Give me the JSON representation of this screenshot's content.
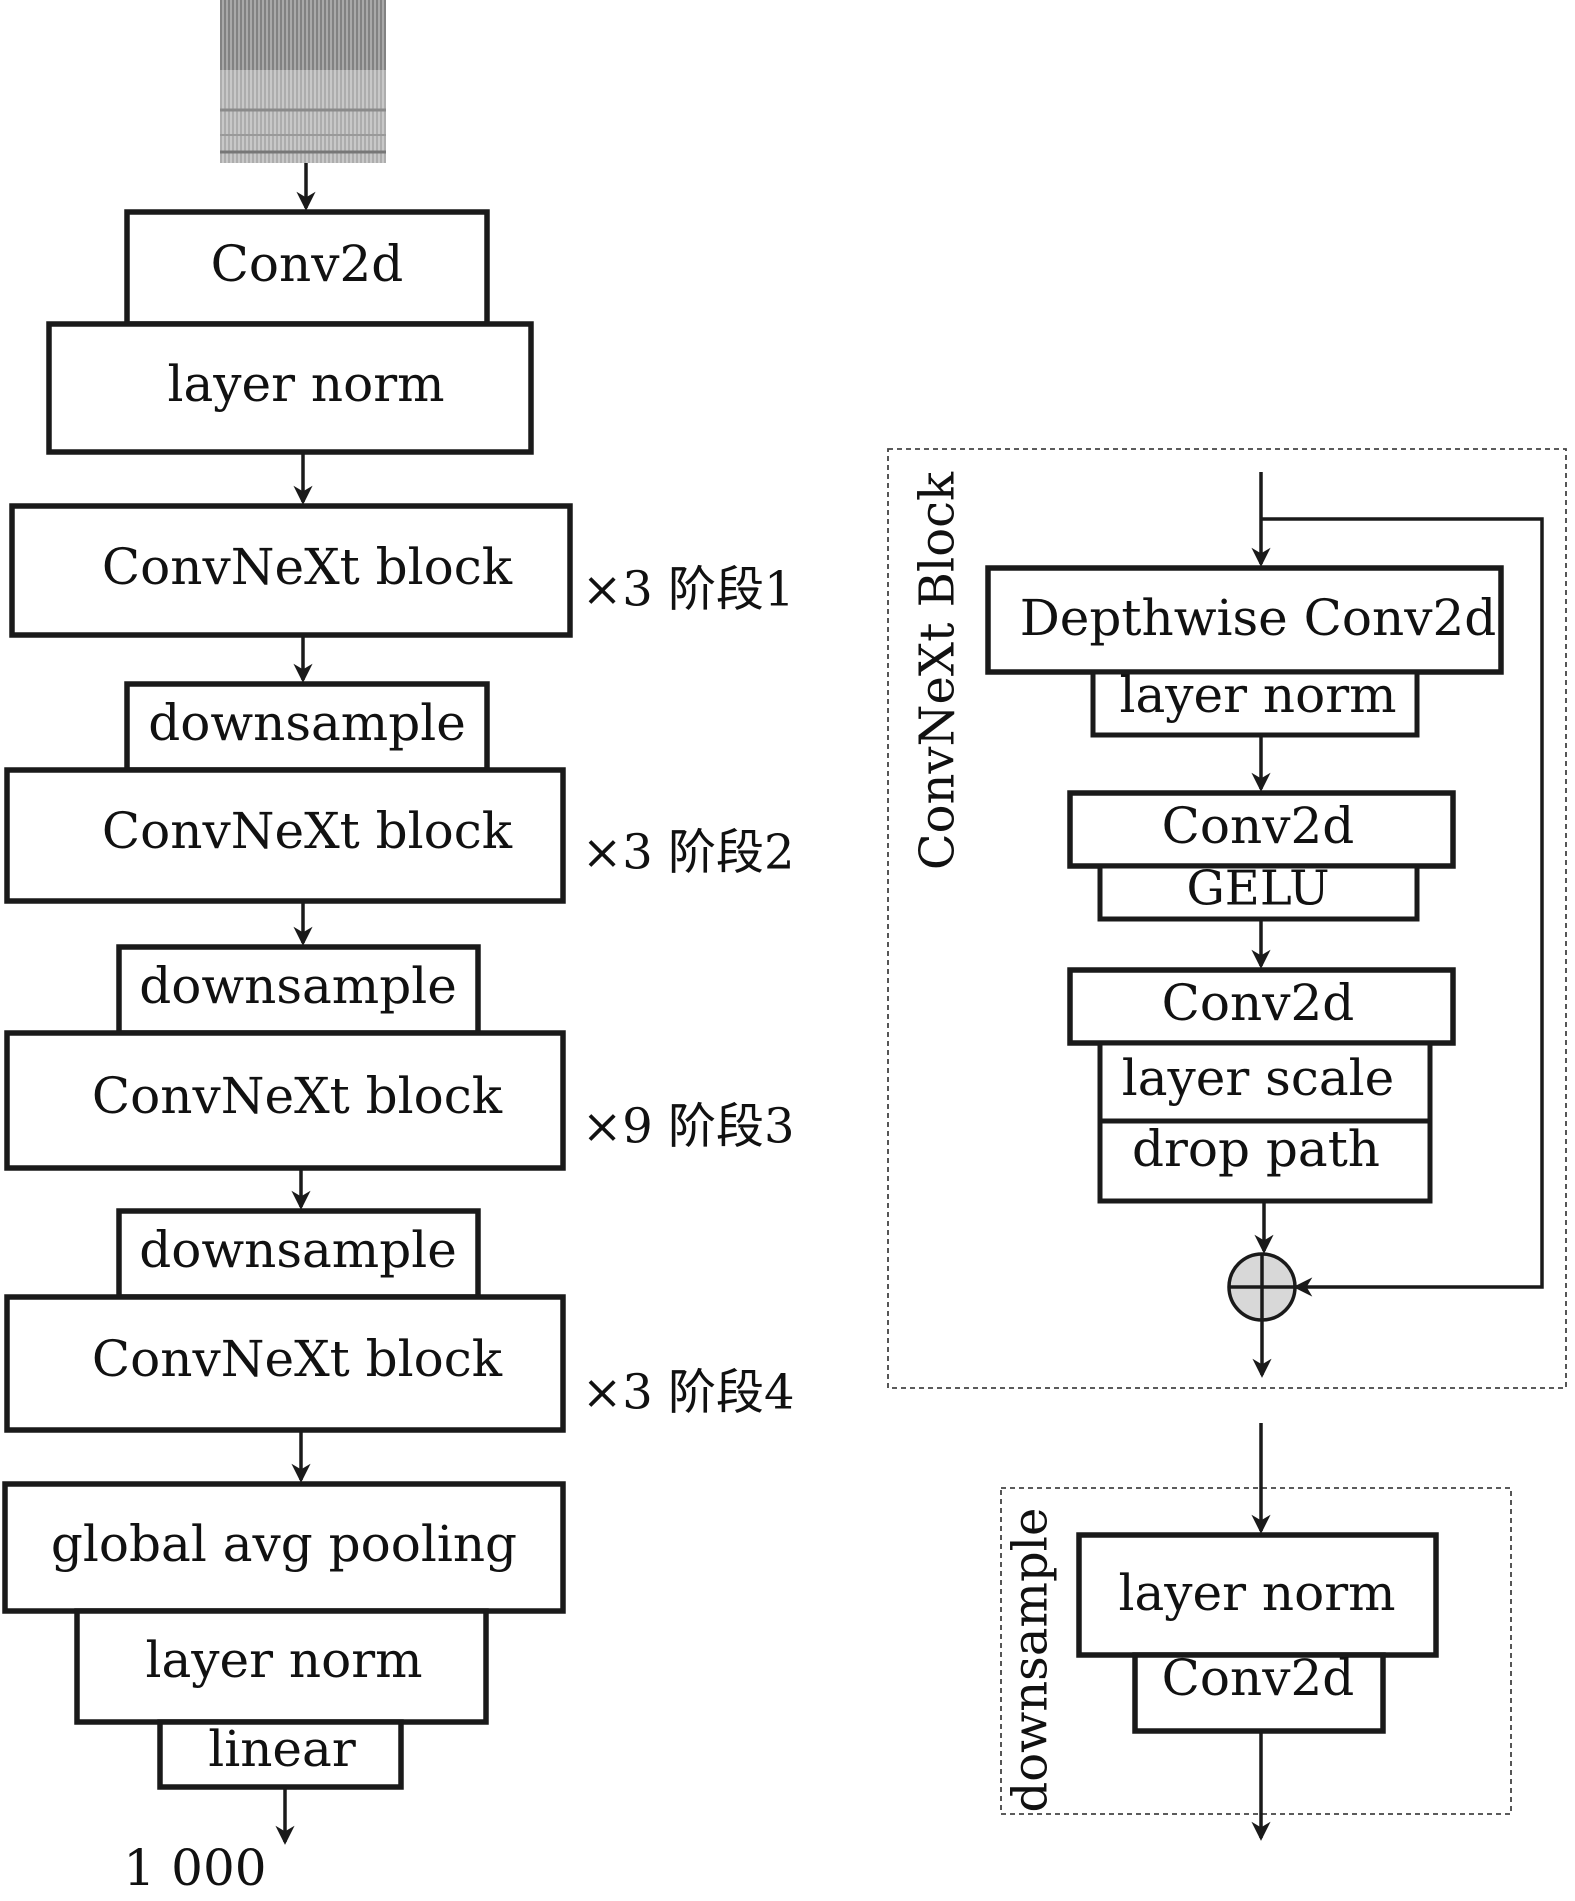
{
  "main_flow": {
    "conv2d": "Conv2d",
    "layer_norm_1": "layer norm",
    "block_1": "ConvNeXt block",
    "downsample_1": "downsample",
    "block_2": "ConvNeXt block",
    "downsample_2": "downsample",
    "block_3": "ConvNeXt block",
    "downsample_3": "downsample",
    "block_4": "ConvNeXt block",
    "global_pool": "global avg pooling",
    "layer_norm_2": "layer norm",
    "linear": "linear",
    "output": "1 000"
  },
  "stages": [
    {
      "label": "×3 阶段1"
    },
    {
      "label": "×3 阶段2"
    },
    {
      "label": "×9 阶段3"
    },
    {
      "label": "×3 阶段4"
    }
  ],
  "convnext_block_detail": {
    "title": "ConvNeXt Block",
    "depthwise_conv": "Depthwise Conv2d",
    "layer_norm": "layer norm",
    "conv2d_1": "Conv2d",
    "gelu": "GELU",
    "conv2d_2": "Conv2d",
    "layer_scale": "layer scale",
    "drop_path": "drop path"
  },
  "downsample_detail": {
    "title": "downsample",
    "layer_norm": "layer norm",
    "conv2d": "Conv2d"
  },
  "colors": {
    "stroke": "#1a1a1a",
    "adder_fill": "#d8d8d8"
  }
}
